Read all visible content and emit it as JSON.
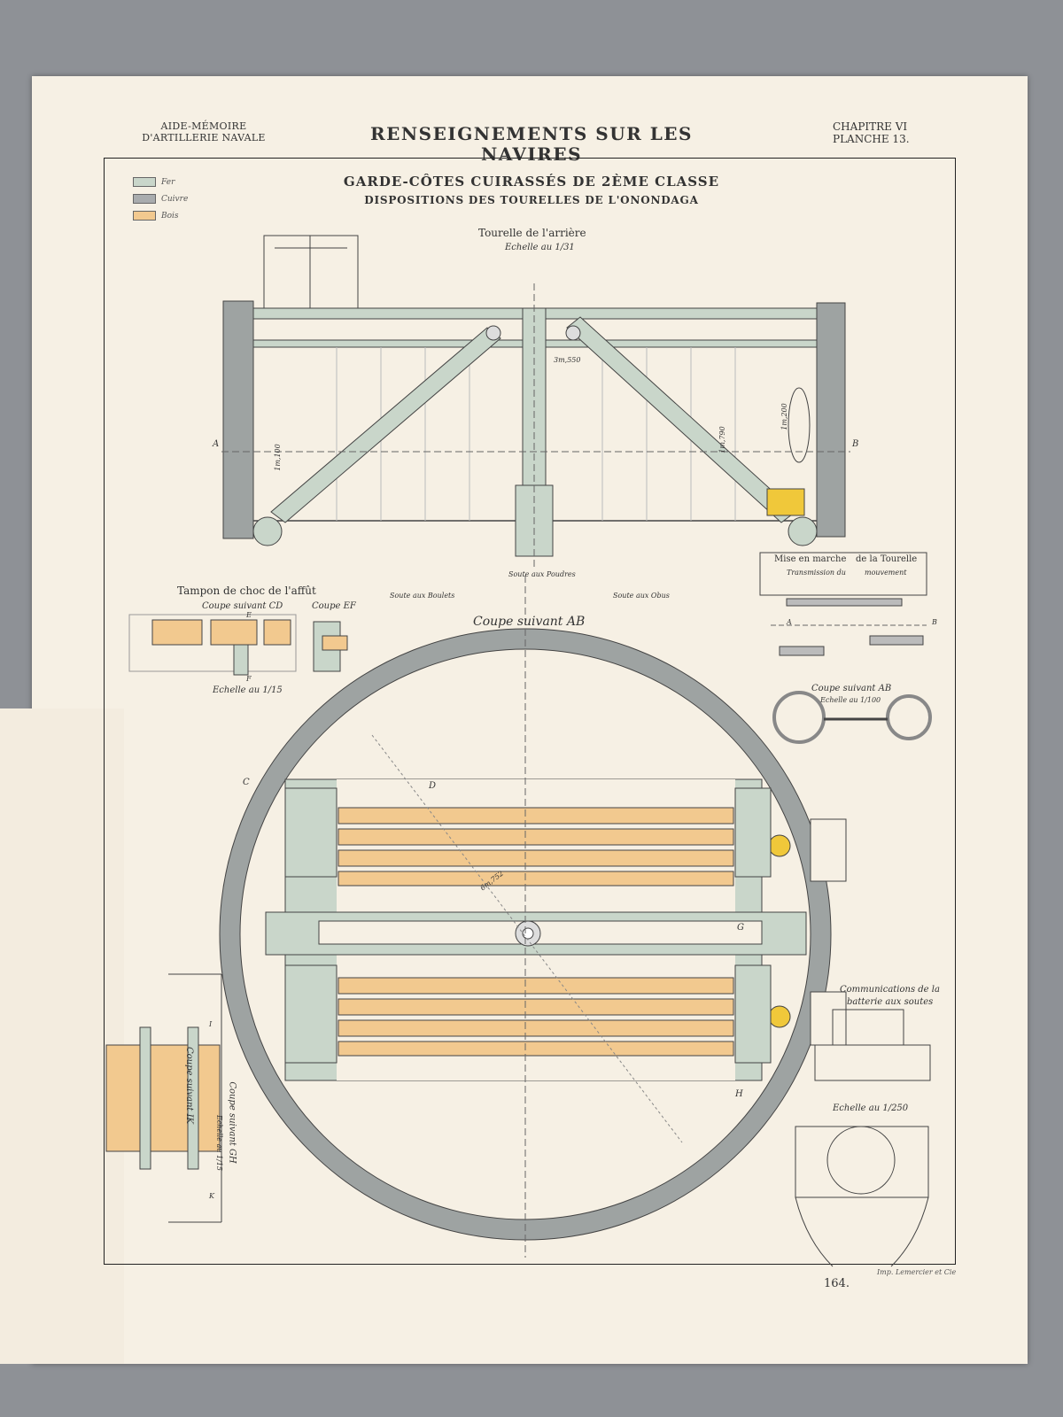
{
  "header": {
    "left_line1": "AIDE-MÉMOIRE",
    "left_line2": "D'ARTILLERIE NAVALE",
    "center": "RENSEIGNEMENTS SUR LES NAVIRES",
    "right_line1": "CHAPITRE VI",
    "right_line2": "PLANCHE 13."
  },
  "title": {
    "line1": "GARDE-CÔTES CUIRASSÉS DE 2ÈME CLASSE",
    "line2": "DISPOSITIONS DES TOURELLES DE L'ONONDAGA"
  },
  "legend": [
    {
      "label": "Fer",
      "color": "#c9d6ca"
    },
    {
      "label": "Cuivre",
      "color": "#a9acae"
    },
    {
      "label": "Bois",
      "color": "#f2c98f"
    }
  ],
  "views": {
    "tourelle_arriere": "Tourelle de l'arrière",
    "tourelle_scale": "Echelle au 1/31",
    "tampon": "Tampon de choc de l'affût",
    "coupe_cd": "Coupe suivant CD",
    "coupe_ef": "Coupe EF",
    "tampon_scale": "Echelle au 1/15",
    "coupe_ab_main": "Coupe suivant AB",
    "mise_en_marche_1": "Mise en marche",
    "mise_en_marche_2": "de la Tourelle",
    "transmission_1": "Transmission du",
    "transmission_2": "mouvement",
    "coupe_ab_small": "Coupe suivant AB",
    "small_scale": "Echelle au 1/100",
    "communications_1": "Communications de la",
    "communications_2": "batterie aux soutes",
    "comm_scale": "Echelle au 1/250",
    "coupe_gh": "Coupe suivant GH",
    "coupe_gh_scale": "Echelle au 1/15",
    "coupe_ik": "Coupe suivant IK"
  },
  "annotations": {
    "soute_poudres": "Soute aux Poudres",
    "soute_boulets": "Soute aux Boulets",
    "soute_obus": "Soute aux Obus",
    "A": "A",
    "B": "B",
    "C": "C",
    "D": "D",
    "E": "E",
    "F": "F",
    "G": "G",
    "H": "H",
    "I": "I",
    "K": "K",
    "dim_1790": "1m,790",
    "dim_1200": "1m,200",
    "dim_1100": "1m,100",
    "dim_3550": "3m,550",
    "dim_6752": "6m,752"
  },
  "footer": {
    "page": "164.",
    "imprint": "Imp. Lemercier et Cie"
  }
}
